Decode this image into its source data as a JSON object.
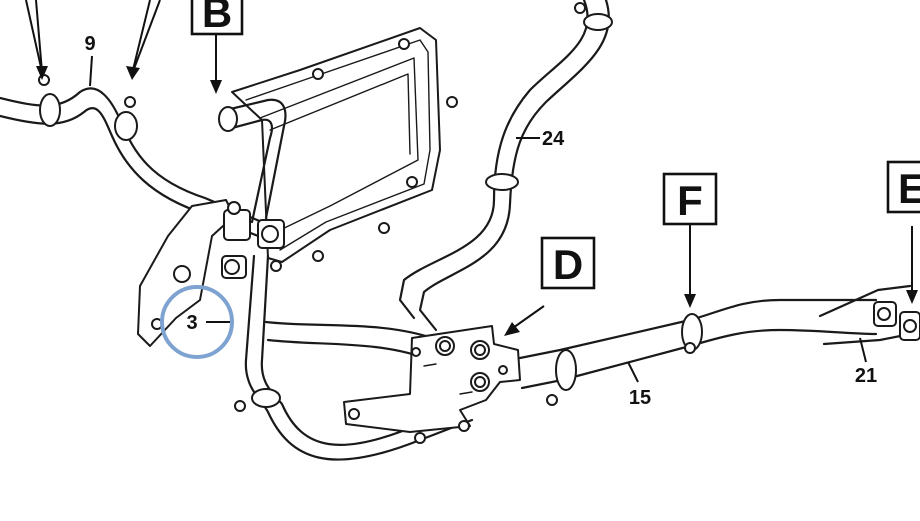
{
  "diagram": {
    "callouts": [
      {
        "id": "c9",
        "label": "9"
      },
      {
        "id": "c24",
        "label": "24"
      },
      {
        "id": "c3",
        "label": "3"
      },
      {
        "id": "c15",
        "label": "15"
      },
      {
        "id": "c21",
        "label": "21"
      }
    ],
    "views": [
      {
        "id": "vB",
        "label": "B"
      },
      {
        "id": "vD",
        "label": "D"
      },
      {
        "id": "vF",
        "label": "F"
      },
      {
        "id": "vE",
        "label": "E"
      }
    ],
    "highlight": {
      "target": "3",
      "color": "#7fa3d1"
    },
    "colors": {
      "line": "#1a1a1a",
      "background": "#ffffff",
      "highlight": "#7fa3d1"
    }
  }
}
